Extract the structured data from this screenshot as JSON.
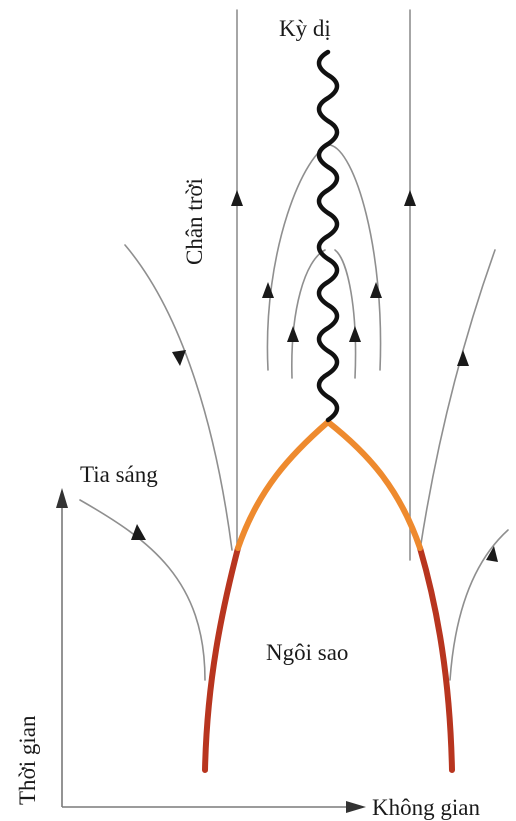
{
  "diagram": {
    "labels": {
      "singularity": "Kỳ dị",
      "horizon": "Chân trời",
      "light_ray": "Tia sáng",
      "star": "Ngôi sao",
      "time_axis": "Thời gian",
      "space_axis": "Không gian"
    },
    "colors": {
      "star_lower": "#b8351f",
      "star_upper": "#ee8a2e",
      "singularity": "#111111",
      "light_rays": "#8f8f8f",
      "axes": "#7a7a7a"
    }
  }
}
